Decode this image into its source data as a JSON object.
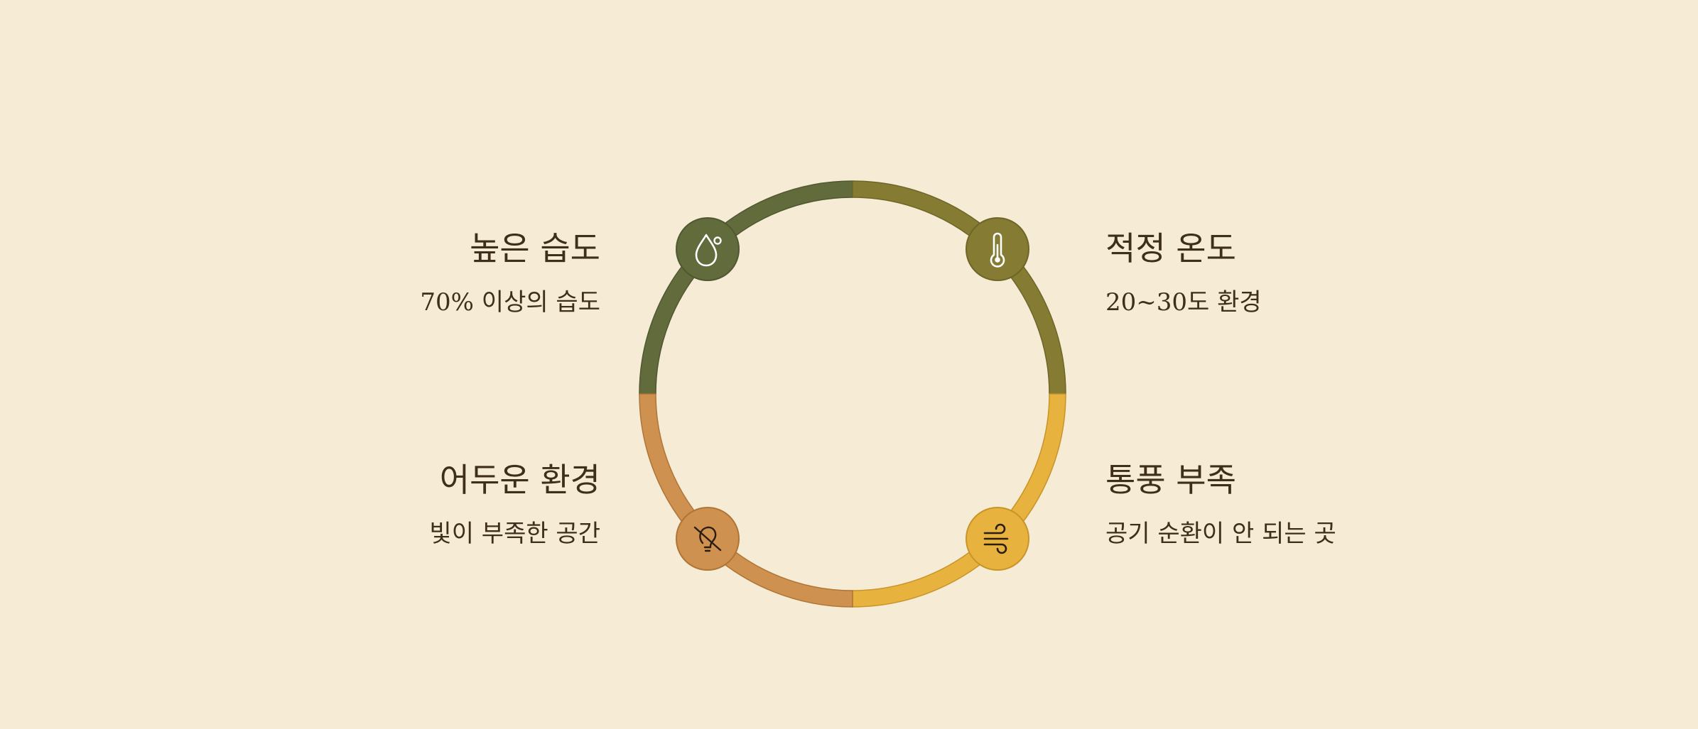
{
  "segments": [
    {
      "id": "humidity",
      "title": "높은 습도",
      "description": "70% 이상의 습도",
      "color": "#626b3c",
      "border": "#4f5830",
      "icon": "water-drop-icon",
      "icon_color": "#ffffff"
    },
    {
      "id": "temperature",
      "title": "적정 온도",
      "description": "20~30도 환경",
      "color": "#857b32",
      "border": "#6e6628",
      "icon": "thermometer-icon",
      "icon_color": "#ffffff"
    },
    {
      "id": "ventilation",
      "title": "통풍 부족",
      "description": "공기 순환이 안 되는 곳",
      "color": "#e8b23f",
      "border": "#c99428",
      "icon": "wind-icon",
      "icon_color": "#2b1d10"
    },
    {
      "id": "darkness",
      "title": "어두운 환경",
      "description": "빛이 부족한 공간",
      "color": "#cf914f",
      "border": "#b07536",
      "icon": "no-light-icon",
      "icon_color": "#2b1d10"
    }
  ],
  "background_color": "#f6ebd5",
  "text_color": "#3d2f1c"
}
